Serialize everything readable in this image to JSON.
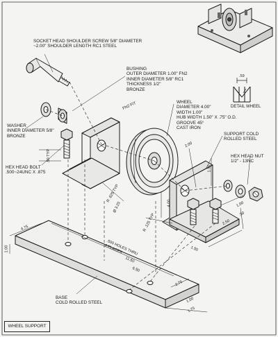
{
  "title": "WHEEL SUPPORT",
  "labels": {
    "screw": "SOCKET HEAD SHOULDER SCREW 5/8\" DIAMETER\n~2.00\" SHOULDER LENGTH RC1 STEEL",
    "bushing": "BUSHING\nOUTER DIAMETER 1.00\" FN2\nINNER DIAMETER 5/8\" RC1\nTHICKNESS 1/2\"\nBRONZE",
    "washer": "WASHER\nINNER DIAMETER 5/8\"\nBRONZE",
    "wheel": "WHEEL\nDIAMETER 4.00\"\nWIDTH 1.00\"\nHUB WIDTH 1.50\" X .75\" O.D.\nGROOVE 45°\nCAST IRON",
    "support": "SUPPORT COLD\nROLLED STEEL",
    "hex_nut": "HEX HEAD NUT\n1/2\" - 13NC",
    "hex_bolt": "HEX HEAD BOLT\n.500~24UNC X .875",
    "base": "BASE\nCOLD ROLLED STEEL",
    "detail_wheel": "DETAIL WHEEL",
    "fn2_fit": "FN2 FIT"
  },
  "dimensions": {
    "d59": ".59",
    "r625": "R .625 TYP",
    "d325": "Ø 3.25",
    "d400": "4.00",
    "d200": "2.00",
    "d150": "1.50",
    "r125": "R .125 TYP",
    "d50": ".50 TYP",
    "holes": ".500 HOLES THRU\n4 PLACES",
    "d1150": "11.50",
    "d650": "6.50",
    "d275": "2.75",
    "d100a": "1.00",
    "d475": "4.75",
    "d100b": "1.00",
    "d175": "1.75",
    "d250": "2.50",
    "d50b": ".50",
    "d100c": "1.00",
    "d150b": "1.50"
  }
}
